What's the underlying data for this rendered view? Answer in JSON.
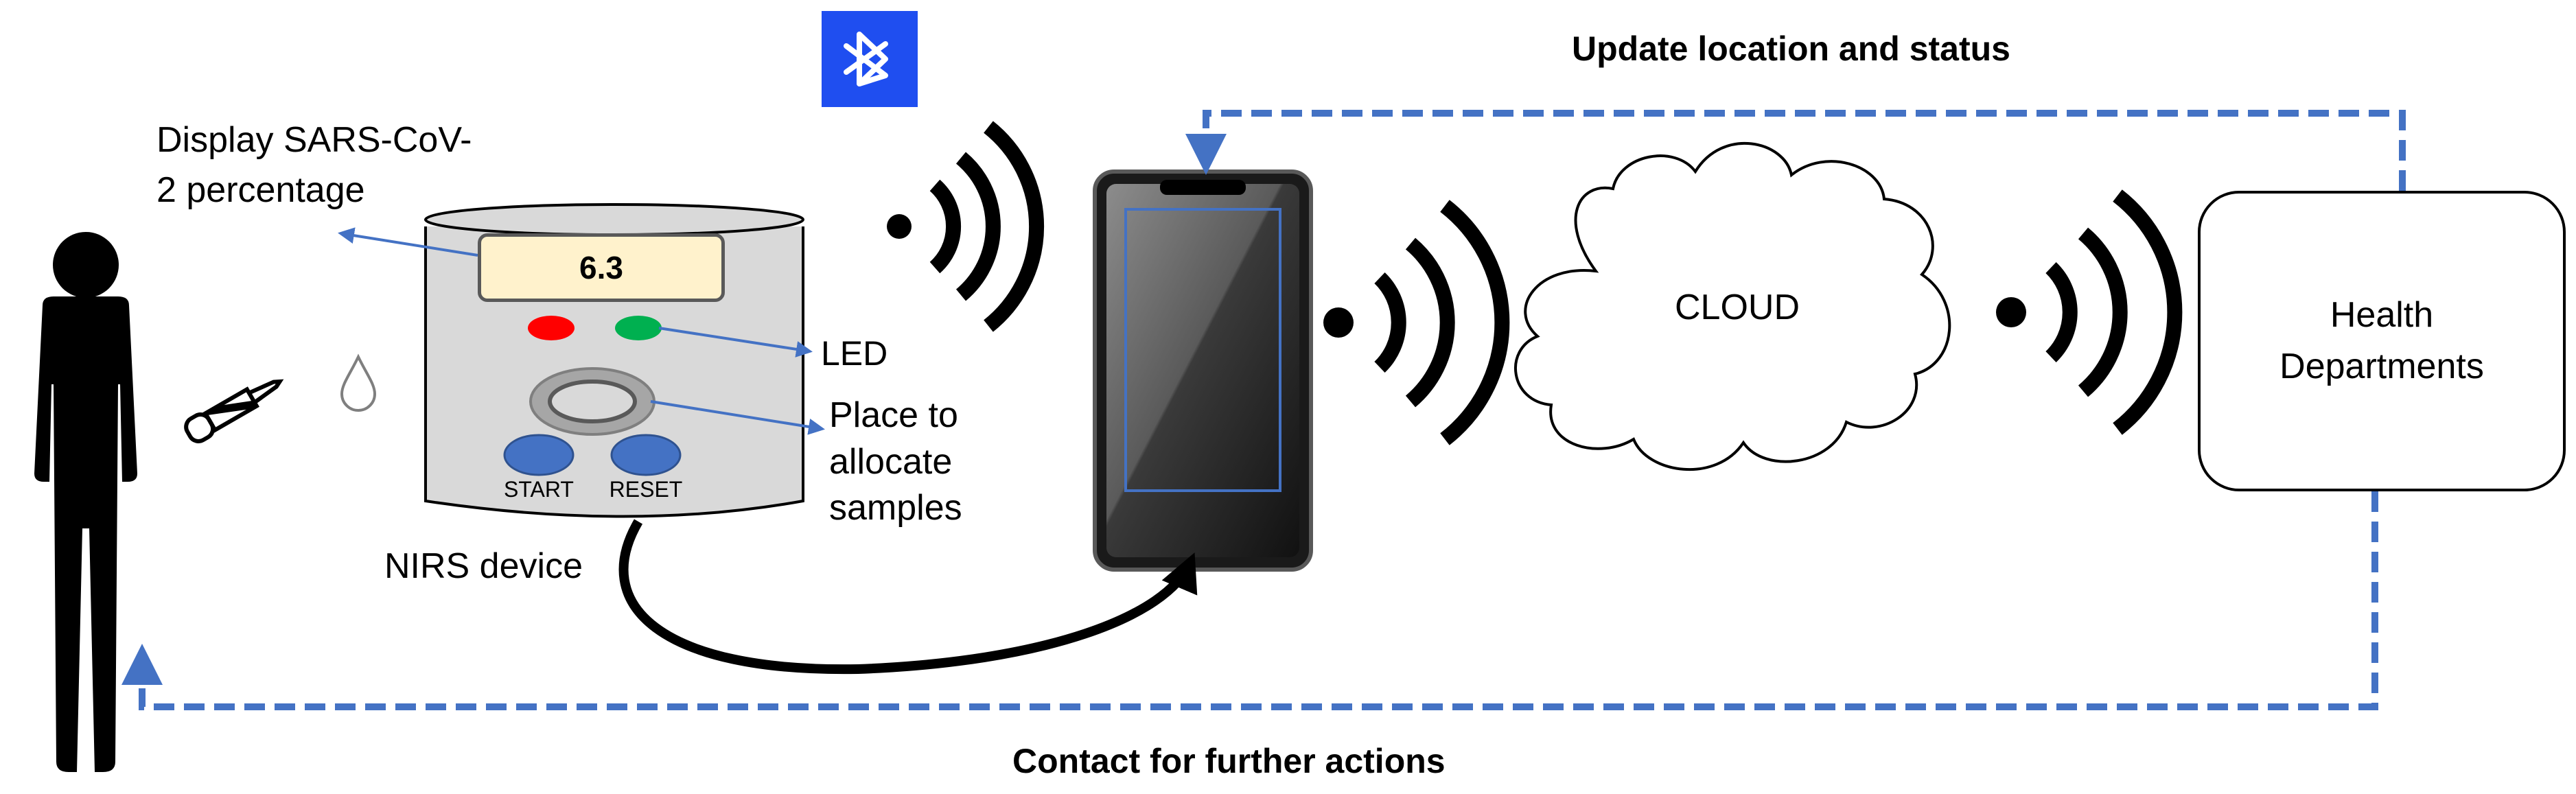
{
  "labels": {
    "display_caption": "Display SARS-CoV-\n2 percentage",
    "display_value": "6.3",
    "led": "LED",
    "sample_place": "Place to\nallocate\nsamples",
    "device_name": "NIRS device",
    "start_button": "START",
    "reset_button": "RESET",
    "cloud": "CLOUD",
    "health_departments": "Health\nDepartments",
    "update_flow": "Update location and status",
    "contact_flow": "Contact for further actions"
  },
  "icons": {
    "person": "person-icon",
    "pipette": "pipette-icon",
    "droplet": "droplet-icon",
    "bluetooth": "bluetooth-icon",
    "wireless": "wireless-signal-icon",
    "phone": "smartphone-icon",
    "cloud": "cloud-icon"
  },
  "colors": {
    "arrow_blue": "#4472c4",
    "bluetooth_bg": "#1f4ef0",
    "led_red": "#ff0000",
    "led_green": "#00b050",
    "button_blue": "#4472c4",
    "device_body": "#d9d9d9",
    "display_bg": "#fff2cc"
  }
}
